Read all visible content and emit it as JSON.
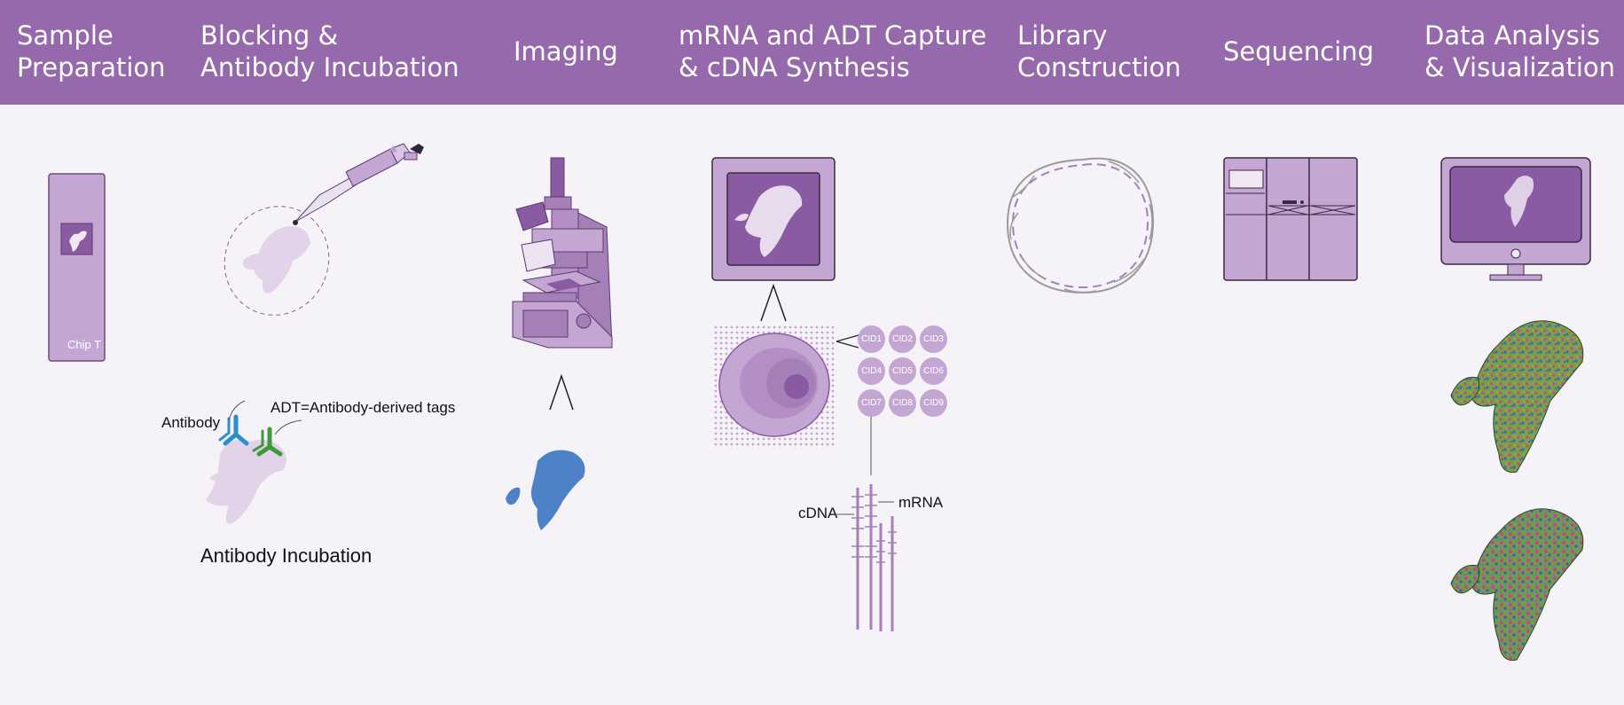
{
  "header": {
    "steps": [
      {
        "label": "Sample\nPreparation"
      },
      {
        "label": "Blocking &\nAntibody Incubation"
      },
      {
        "label": "Imaging"
      },
      {
        "label": "mRNA and ADT Capture\n & cDNA Synthesis"
      },
      {
        "label": "Library\nConstruction"
      },
      {
        "label": "Sequencing"
      },
      {
        "label": "Data Analysis\n& Visualization"
      }
    ]
  },
  "sample_prep": {
    "chip_label": "Chip T"
  },
  "antibody": {
    "antibody_label": "Antibody",
    "adt_label": "ADT=Antibody-derived tags",
    "caption": "Antibody Incubation"
  },
  "capture": {
    "cell_ids": [
      "CID1",
      "CID2",
      "CID3",
      "CID4",
      "CID5",
      "CID6",
      "CID7",
      "CID8",
      "CID9"
    ],
    "cdna_label": "cDNA",
    "mrna_label": "mRNA"
  },
  "colors": {
    "header": "#9569ab",
    "purple_light": "#c3a6d2",
    "purple_mid": "#a580b8",
    "purple_dark": "#5b3a6e",
    "tissue_pale": "#e2d3e8",
    "tissue_blue": "#4e82c6",
    "antibody_blue": "#2a8fd0",
    "antibody_green": "#3a9a3c"
  },
  "icons": [
    "slide-chip-icon",
    "pipette-icon",
    "antibody-icon",
    "microscope-icon",
    "monitor-icon",
    "cell-icon",
    "dna-circle-icon",
    "sequencer-icon",
    "computer-icon",
    "spatial-map-icon"
  ]
}
